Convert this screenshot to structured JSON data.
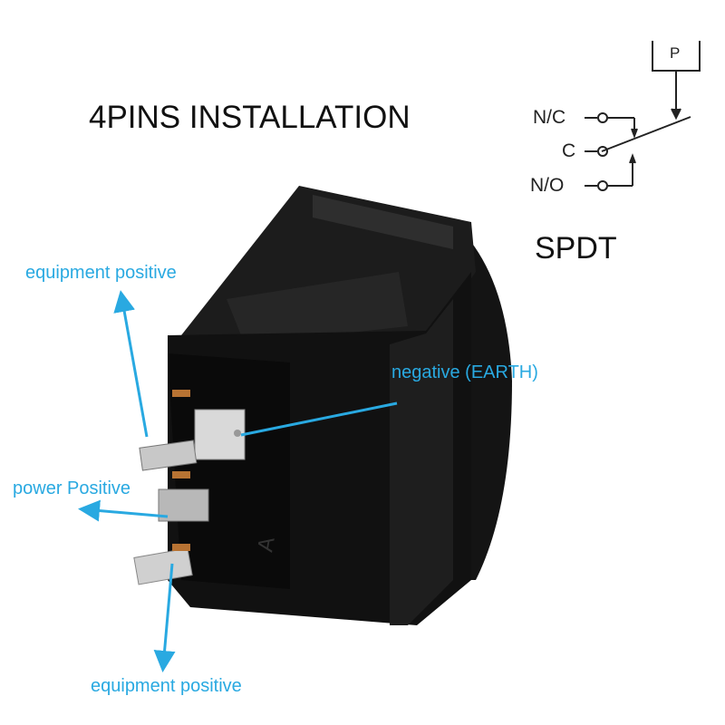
{
  "title": "4PINS INSTALLATION",
  "schematic": {
    "type_label": "SPDT",
    "actuator_label": "P",
    "terminals": [
      "N/C",
      "C",
      "N/O"
    ]
  },
  "labels": {
    "equipment_positive_top": "equipment positive",
    "negative": "negative (EARTH)",
    "power_positive": "power Positive",
    "equipment_positive_bottom": "equipment positive"
  },
  "colors": {
    "annotation": "#29a9e1",
    "switch_body": "#111111"
  }
}
